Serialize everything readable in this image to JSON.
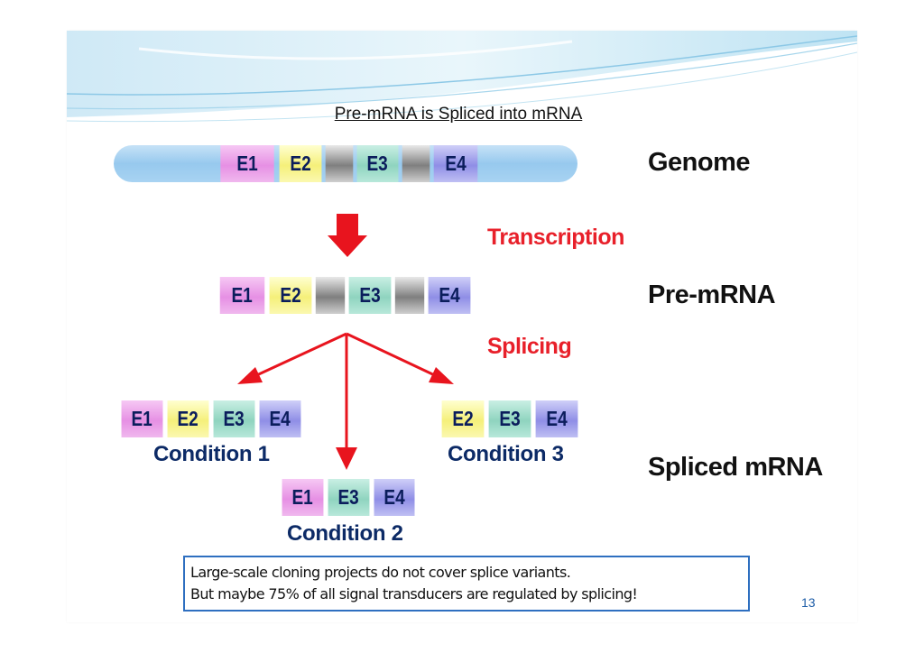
{
  "title": "Pre-mRNA is Spliced into mRNA",
  "stages": {
    "genome": "Genome",
    "pre_mrna": "Pre-mRNA",
    "spliced_mrna": "Spliced mRNA"
  },
  "processes": {
    "transcription": "Transcription",
    "splicing": "Splicing"
  },
  "exons": {
    "e1": "E1",
    "e2": "E2",
    "e3": "E3",
    "e4": "E4"
  },
  "conditions": {
    "c1": "Condition 1",
    "c2": "Condition 2",
    "c3": "Condition 3"
  },
  "note": {
    "line1": "Large-scale cloning projects do not cover splice variants.",
    "line2": "But maybe 75% of all signal transducers are regulated by splicing!"
  },
  "page_number": "13",
  "colors": {
    "arrow": "#e8141e",
    "process_text": "#e8202a",
    "exon1": "#e690e4",
    "exon2": "#f5f07a",
    "exon3": "#8fd4bf",
    "exon4": "#8f8ee6",
    "intron": "#7f7f7f",
    "note_border": "#2e6fc0"
  }
}
